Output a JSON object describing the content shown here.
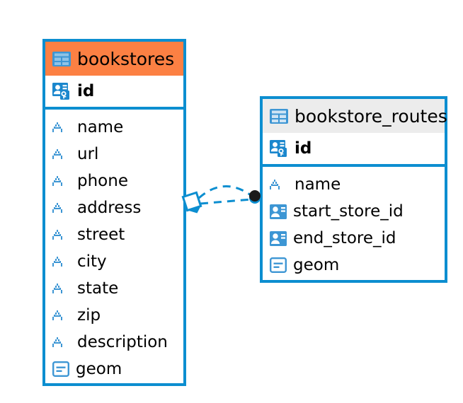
{
  "diagram": {
    "type": "entity-relationship-diagram",
    "colors": {
      "border": "#0c8ed0",
      "accent_header": "#fc8043",
      "plain_header": "#ececec",
      "icon_blue": "#3d96d4",
      "pk_icon_blue": "#1b87cd",
      "connector": "#0c8ed0",
      "endpoint_dot": "#1a1a1a",
      "text": "#000000",
      "background": "#ffffff"
    },
    "entities": [
      {
        "name": "bookstores",
        "header_style": "accent",
        "header_icon": "table-icon",
        "primary_key": {
          "label": "id",
          "icon": "primary-key-icon"
        },
        "fields": [
          {
            "label": "name",
            "icon": "abc-icon"
          },
          {
            "label": "url",
            "icon": "abc-icon"
          },
          {
            "label": "phone",
            "icon": "abc-icon"
          },
          {
            "label": "address",
            "icon": "abc-icon"
          },
          {
            "label": "street",
            "icon": "abc-icon"
          },
          {
            "label": "city",
            "icon": "abc-icon"
          },
          {
            "label": "state",
            "icon": "abc-icon"
          },
          {
            "label": "zip",
            "icon": "abc-icon"
          },
          {
            "label": "description",
            "icon": "abc-icon"
          },
          {
            "label": "geom",
            "icon": "geometry-icon"
          }
        ]
      },
      {
        "name": "bookstore_routes",
        "header_style": "plain",
        "header_icon": "table-icon",
        "primary_key": {
          "label": "id",
          "icon": "primary-key-icon"
        },
        "fields": [
          {
            "label": "name",
            "icon": "abc-icon"
          },
          {
            "label": "start_store_id",
            "icon": "foreign-key-icon"
          },
          {
            "label": "end_store_id",
            "icon": "foreign-key-icon"
          },
          {
            "label": "geom",
            "icon": "geometry-icon"
          }
        ]
      }
    ],
    "relationship": {
      "style": "dashed",
      "source_marker": "diamond-marker",
      "target_marker": "filled-circle-marker",
      "from": "bookstores",
      "to": "bookstore_routes"
    }
  }
}
